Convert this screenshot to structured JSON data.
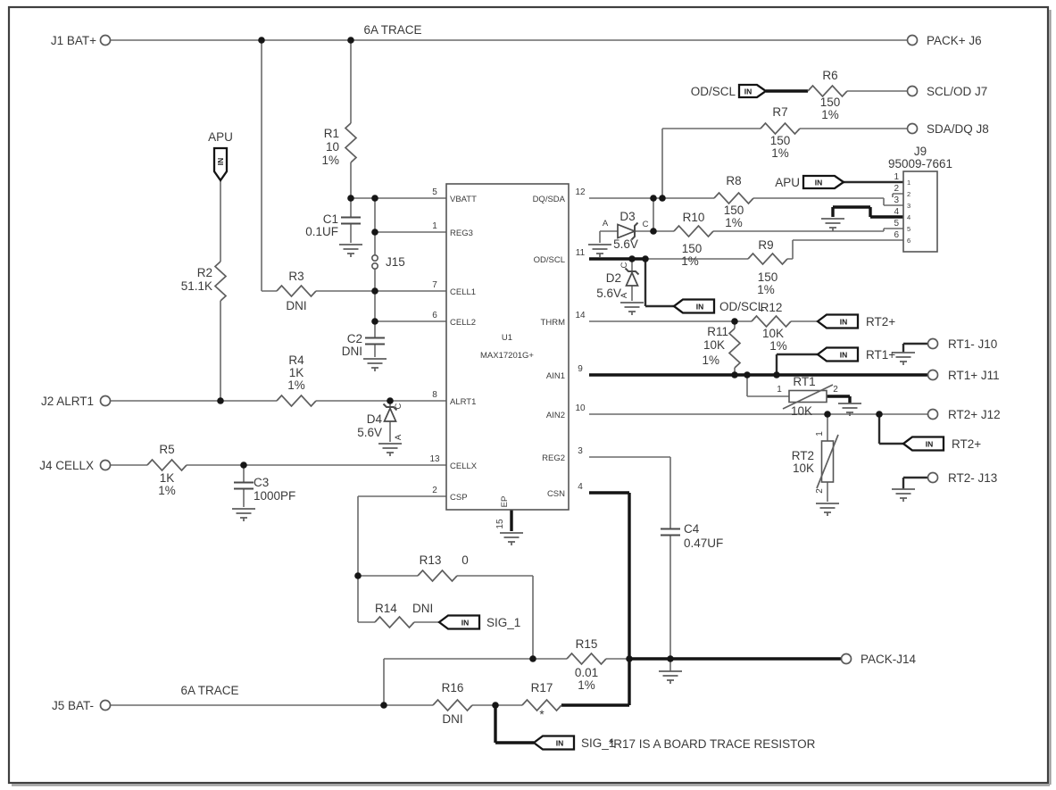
{
  "labels": {
    "trace": "6A TRACE",
    "note": "*R17 IS A BOARD TRACE RESISTOR",
    "in_flag": "IN"
  },
  "terminals": {
    "j1": "J1 BAT+",
    "j6": "PACK+ J6",
    "j7": "SCL/OD J7",
    "j8": "SDA/DQ J8",
    "j2": "J2 ALRT1",
    "j4": "J4 CELLX",
    "j5": "J5 BAT-",
    "j10": "RT1- J10",
    "j11": "RT1+ J11",
    "j12": "RT2+ J12",
    "j13": "RT2- J13",
    "j14": "PACK-J14"
  },
  "flags": {
    "apu": "APU",
    "od_scl": "OD/SCL",
    "sig1": "SIG_1",
    "rt1p": "RT1+",
    "rt2p": "RT2+"
  },
  "components": {
    "r1": {
      "ref": "R1",
      "v": "10",
      "t": "1%"
    },
    "r2": {
      "ref": "R2",
      "v": "51.1K"
    },
    "r3": {
      "ref": "R3",
      "v": "DNI"
    },
    "r4": {
      "ref": "R4",
      "v": "1K",
      "t": "1%"
    },
    "r5": {
      "ref": "R5",
      "v": "1K",
      "t": "1%"
    },
    "r6": {
      "ref": "R6",
      "v": "150",
      "t": "1%"
    },
    "r7": {
      "ref": "R7",
      "v": "150",
      "t": "1%"
    },
    "r8": {
      "ref": "R8",
      "v": "150",
      "t": "1%"
    },
    "r9": {
      "ref": "R9",
      "v": "150",
      "t": "1%"
    },
    "r10": {
      "ref": "R10",
      "v": "150",
      "t": "1%"
    },
    "r11": {
      "ref": "R11",
      "v": "10K",
      "t": "1%"
    },
    "r12": {
      "ref": "R12",
      "v": "10K",
      "t": "1%"
    },
    "r13": {
      "ref": "R13",
      "v": "0"
    },
    "r14": {
      "ref": "R14",
      "v": "DNI"
    },
    "r15": {
      "ref": "R15",
      "v": "0.01",
      "t": "1%"
    },
    "r16": {
      "ref": "R16",
      "v": "DNI"
    },
    "r17": {
      "ref": "R17",
      "v": "*"
    },
    "c1": {
      "ref": "C1",
      "v": "0.1UF"
    },
    "c2": {
      "ref": "C2",
      "v": "DNI"
    },
    "c3": {
      "ref": "C3",
      "v": "1000PF"
    },
    "c4": {
      "ref": "C4",
      "v": "0.47UF"
    },
    "d2": {
      "ref": "D2",
      "v": "5.6V"
    },
    "d3": {
      "ref": "D3",
      "v": "5.6V"
    },
    "d4": {
      "ref": "D4",
      "v": "5.6V"
    },
    "rt1": {
      "ref": "RT1",
      "v": "10K"
    },
    "rt2": {
      "ref": "RT2",
      "v": "10K"
    },
    "j15": {
      "ref": "J15"
    }
  },
  "ic": {
    "ref": "U1",
    "part": "MAX17201G+",
    "left_pins": [
      {
        "num": "5",
        "name": "VBATT"
      },
      {
        "num": "1",
        "name": "REG3"
      },
      {
        "num": "7",
        "name": "CELL1"
      },
      {
        "num": "6",
        "name": "CELL2"
      },
      {
        "num": "8",
        "name": "ALRT1"
      },
      {
        "num": "13",
        "name": "CELLX"
      },
      {
        "num": "2",
        "name": "CSP"
      }
    ],
    "right_pins": [
      {
        "num": "12",
        "name": "DQ/SDA"
      },
      {
        "num": "11",
        "name": "OD/SCL"
      },
      {
        "num": "14",
        "name": "THRM"
      },
      {
        "num": "9",
        "name": "AIN1"
      },
      {
        "num": "10",
        "name": "AIN2"
      },
      {
        "num": "3",
        "name": "REG2"
      },
      {
        "num": "4",
        "name": "CSN"
      }
    ],
    "ep": {
      "num": "15",
      "name": "EP"
    }
  },
  "j9": {
    "ref": "J9",
    "part": "95009-7661",
    "pins": [
      "1",
      "2",
      "3",
      "4",
      "5",
      "6"
    ]
  },
  "marks": {
    "a": "A",
    "c": "C",
    "p1": "1",
    "p2": "2"
  }
}
